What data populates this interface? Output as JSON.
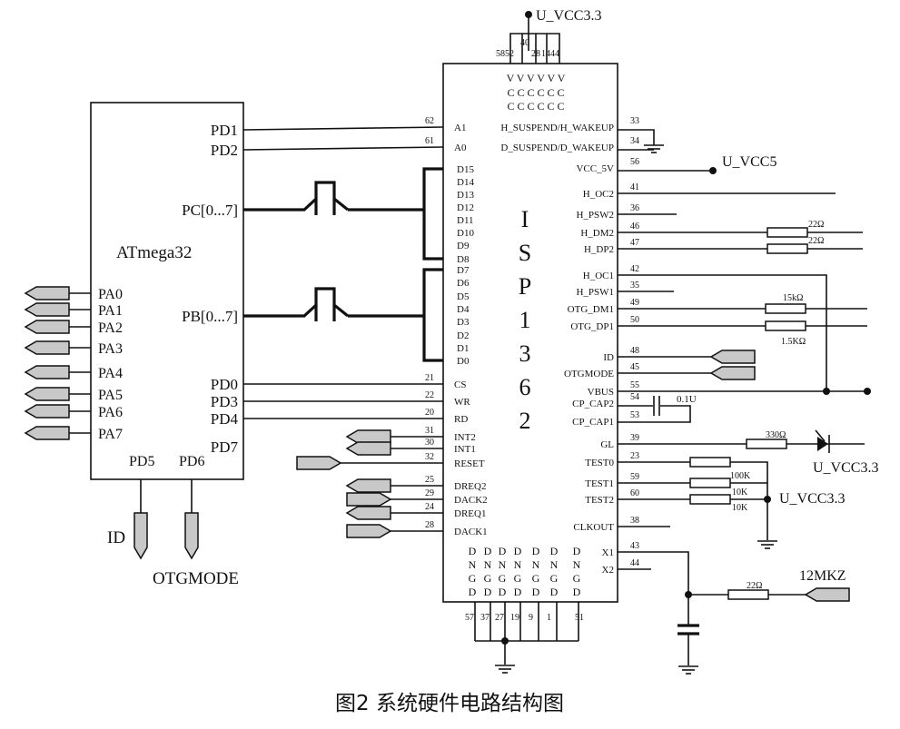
{
  "caption": "图2 系统硬件电路结构图",
  "mcu": {
    "name": "ATmega32",
    "right_pins": [
      "PD1",
      "PD2",
      "PC[0...7]",
      "PB[0...7]",
      "PD0",
      "PD3",
      "PD4",
      "PD7"
    ],
    "bottom_pins": [
      "PD5",
      "PD6"
    ],
    "left_pins": [
      "PA0",
      "PA1",
      "PA2",
      "PA3",
      "PA4",
      "PA5",
      "PA6",
      "PA7"
    ],
    "bottom_ports": [
      "ID",
      "OTGMODE"
    ]
  },
  "chip": {
    "name_letters": [
      "I",
      "S",
      "P",
      "1",
      "3",
      "6",
      "2"
    ],
    "power_net": "U_VCC3.3",
    "top_pin_numbers": [
      "58",
      "52",
      "40",
      "28",
      "14",
      "44"
    ],
    "vcc_rows": [
      "V V V V V V",
      "C C C C C C",
      "C C C C C C"
    ],
    "left_pins": [
      {
        "label": "A1",
        "num": "62"
      },
      {
        "label": "A0",
        "num": "61"
      },
      {
        "label": "D15"
      },
      {
        "label": "D14"
      },
      {
        "label": "D13"
      },
      {
        "label": "D12"
      },
      {
        "label": "D11"
      },
      {
        "label": "D10"
      },
      {
        "label": "D9"
      },
      {
        "label": "D8"
      },
      {
        "label": "D7"
      },
      {
        "label": "D6"
      },
      {
        "label": "D5"
      },
      {
        "label": "D4"
      },
      {
        "label": "D3"
      },
      {
        "label": "D2"
      },
      {
        "label": "D1"
      },
      {
        "label": "D0"
      },
      {
        "label": "CS",
        "num": "21"
      },
      {
        "label": "WR",
        "num": "22"
      },
      {
        "label": "RD",
        "num": "20"
      },
      {
        "label": "INT2",
        "num": "31"
      },
      {
        "label": "INT1",
        "num": "30"
      },
      {
        "label": "RESET",
        "num": "32"
      },
      {
        "label": "DREQ2",
        "num": "25"
      },
      {
        "label": "DACK2",
        "num": "29"
      },
      {
        "label": "DREQ1",
        "num": "24"
      },
      {
        "label": "DACK1",
        "num": "28"
      }
    ],
    "right_pins": [
      {
        "label": "H_SUSPEND/H_WAKEUP",
        "num": "33"
      },
      {
        "label": "D_SUSPEND/D_WAKEUP",
        "num": "34"
      },
      {
        "label": "VCC_5V",
        "num": "56"
      },
      {
        "label": "H_OC2",
        "num": "41"
      },
      {
        "label": "H_PSW2",
        "num": "36"
      },
      {
        "label": "H_DM2",
        "num": "46"
      },
      {
        "label": "H_DP2",
        "num": "47"
      },
      {
        "label": "H_OC1",
        "num": "42"
      },
      {
        "label": "H_PSW1",
        "num": "35"
      },
      {
        "label": "OTG_DM1",
        "num": "49"
      },
      {
        "label": "OTG_DP1",
        "num": "50"
      },
      {
        "label": "ID",
        "num": "48"
      },
      {
        "label": "OTGMODE",
        "num": "45"
      },
      {
        "label": "VBUS",
        "num": "55"
      },
      {
        "label": "CP_CAP2",
        "num": "54"
      },
      {
        "label": "CP_CAP1",
        "num": "53"
      },
      {
        "label": "GL",
        "num": "39"
      },
      {
        "label": "TEST0",
        "num": "23"
      },
      {
        "label": "TEST1",
        "num": "59"
      },
      {
        "label": "TEST2",
        "num": "60"
      },
      {
        "label": "CLKOUT",
        "num": "38"
      },
      {
        "label": "X1",
        "num": "43"
      },
      {
        "label": "X2",
        "num": "44"
      }
    ],
    "dgnd_letters": [
      "D",
      "N",
      "G",
      "D"
    ],
    "bottom_pin_numbers": [
      "57",
      "37",
      "27",
      "19",
      "9",
      "1",
      "51"
    ]
  },
  "nets": {
    "vcc5": "U_VCC5",
    "vcc33_led": "U_VCC3.3",
    "vcc33_test": "U_VCC3.3",
    "crystal": "12MKZ"
  },
  "components": {
    "r_dm2": "22Ω",
    "r_dp2": "22Ω",
    "r_otg_dm": "15kΩ",
    "r_otg_dp": "1.5KΩ",
    "c_cp": "0.1U",
    "r_gl": "330Ω",
    "r_test1": "100K",
    "r_test2a": "10K",
    "r_test2b": "10K",
    "r_xtal": "22Ω"
  }
}
